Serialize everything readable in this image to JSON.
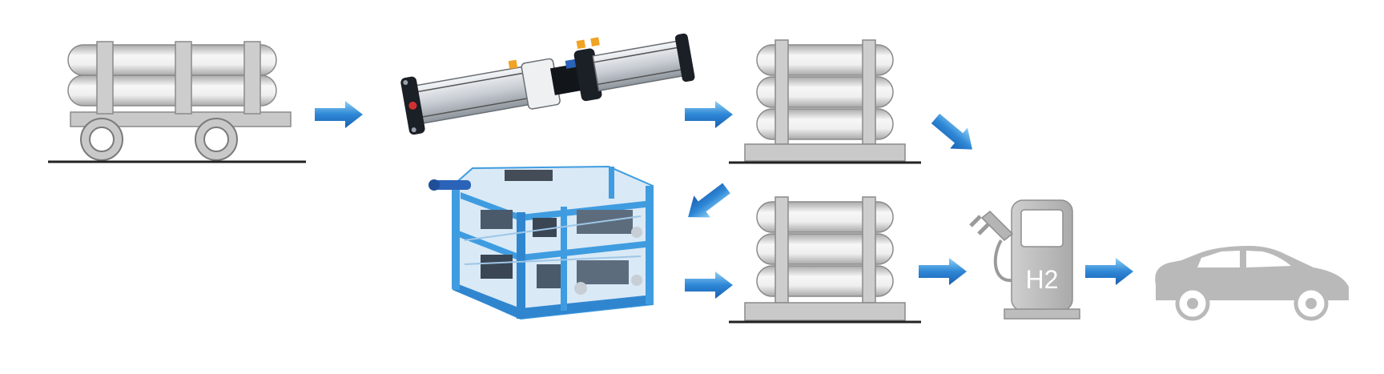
{
  "diagram": {
    "type": "hydrogen-refueling-process-flow",
    "colors": {
      "arrow_light": "#7fc4ee",
      "arrow_dark": "#1f6fc4",
      "cylinder_light": "#f7f7f7",
      "cylinder_dark": "#a9a9a9",
      "outline": "#7a7a7a",
      "ground": "#222222",
      "dispenser": "#bdbdbd",
      "car": "#b9b9b9",
      "skid_frame": "#3f9ce0",
      "booster_body": "#d8dde3"
    },
    "nodes": [
      {
        "id": "tube-trailer",
        "icon": "tube-trailer-icon"
      },
      {
        "id": "gas-booster",
        "icon": "booster-compressor-icon"
      },
      {
        "id": "storage-bank-high",
        "icon": "storage-cylinder-bank-icon"
      },
      {
        "id": "compressor-skid",
        "icon": "compressor-skid-icon"
      },
      {
        "id": "storage-bank-low",
        "icon": "storage-cylinder-bank-icon"
      },
      {
        "id": "h2-dispenser",
        "icon": "fuel-dispenser-icon"
      },
      {
        "id": "fuel-cell-vehicle",
        "icon": "car-icon"
      }
    ],
    "dispenser_label": "H2"
  }
}
